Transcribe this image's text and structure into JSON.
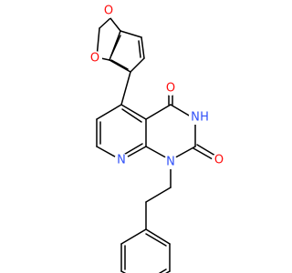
{
  "colors": {
    "oxygen": "#ff0d0d",
    "nitrogen": "#3050f8",
    "bond": "#000000",
    "background": "#ffffff"
  },
  "atoms": {
    "o_diox_top": "O",
    "o_diox_left": "O",
    "o_c4": "O",
    "o_c2": "O",
    "n3": "N",
    "n3_h": "H",
    "n_ring": "N",
    "n1": "N"
  }
}
